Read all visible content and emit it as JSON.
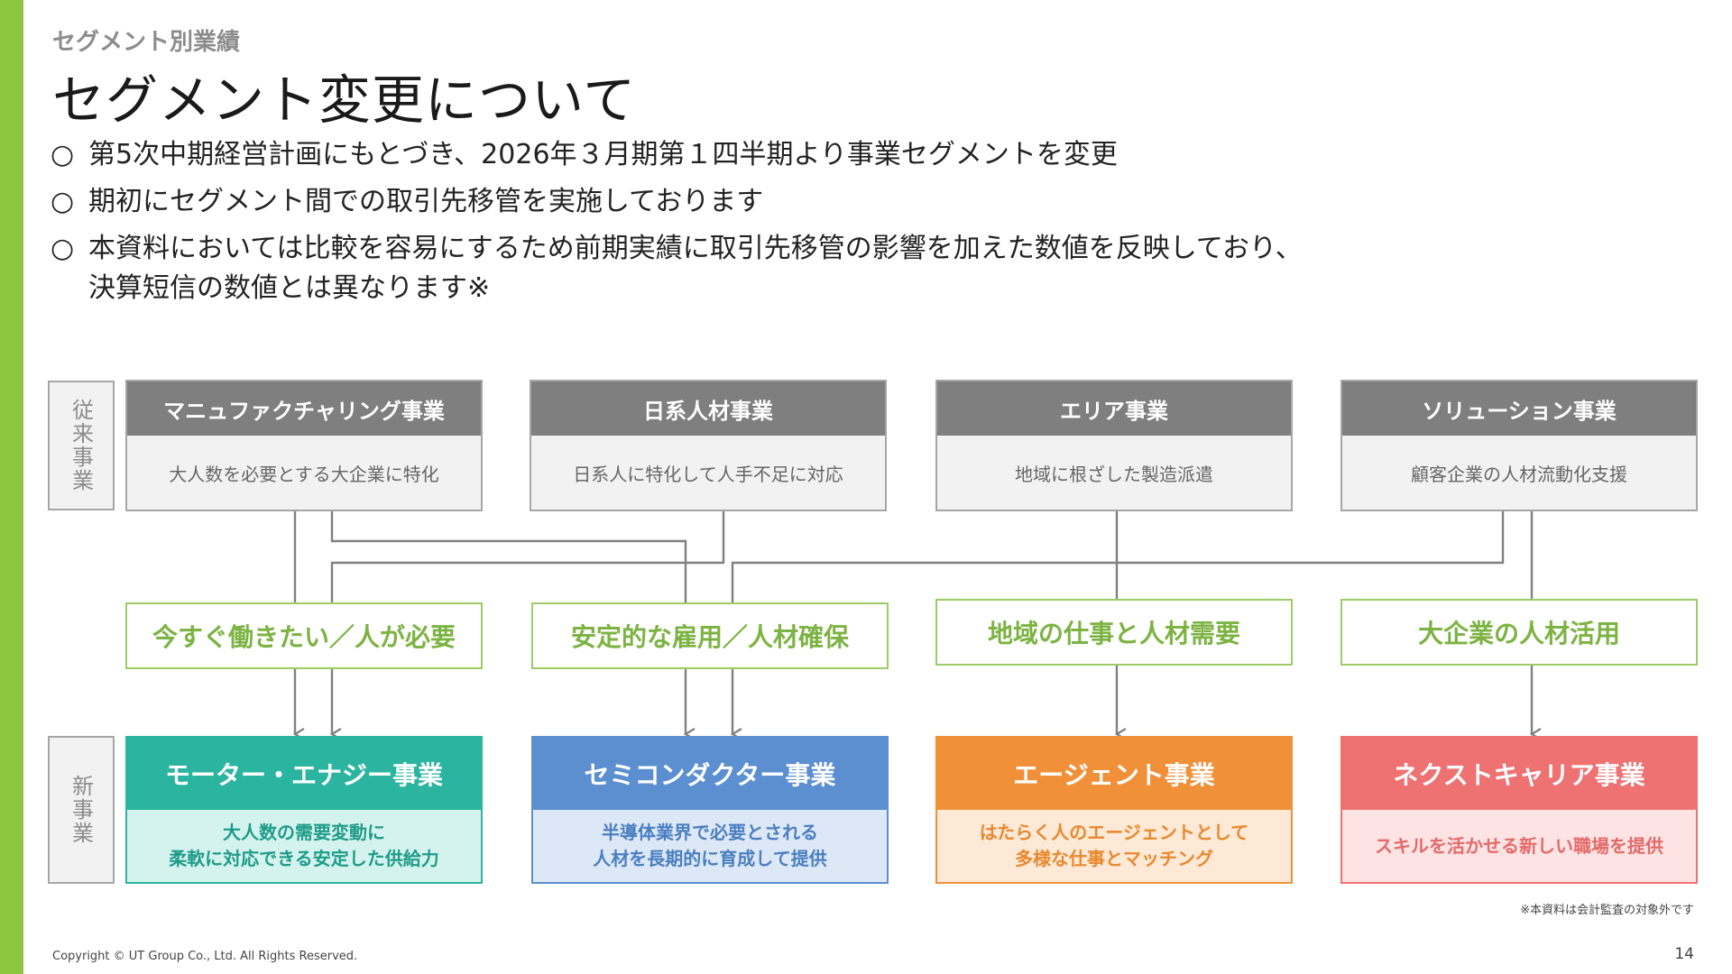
{
  "header": {
    "section_label": "セグメント別業績",
    "title": "セグメント変更について"
  },
  "bullets": [
    {
      "mark": "○",
      "line1": "第5次中期経営計画にもとづき、2026年３月期第１四半期より事業セグメントを変更",
      "line2": ""
    },
    {
      "mark": "○",
      "line1": "期初にセグメント間での取引先移管を実施しております",
      "line2": ""
    },
    {
      "mark": "○",
      "line1": "本資料においては比較を容易にするため前期実績に取引先移管の影響を加えた数値を反映しており、",
      "line2": "決算短信の数値とは異なります※"
    }
  ],
  "row_labels": {
    "old": "従来事業",
    "new": "新事業"
  },
  "old_segments": [
    {
      "name": "マニュファクチャリング事業",
      "desc": "大人数を必要とする大企業に特化"
    },
    {
      "name": "日系人材事業",
      "desc": "日系人に特化して人手不足に対応"
    },
    {
      "name": "エリア事業",
      "desc": "地域に根ざした製造派遣"
    },
    {
      "name": "ソリューション事業",
      "desc": "顧客企業の人材流動化支援"
    }
  ],
  "needs": [
    "今すぐ働きたい／人が必要",
    "安定的な雇用／人材確保",
    "地域の仕事と人材需要",
    "大企業の人材活用"
  ],
  "new_segments": [
    {
      "name": "モーター・エナジー事業",
      "desc1": "大人数の需要変動に",
      "desc2": "柔軟に対応できる安定した供給力",
      "color": "#2bb5a0",
      "body_bg": "#d4f3ef",
      "text_color": "#1f9c88"
    },
    {
      "name": "セミコンダクター事業",
      "desc1": "半導体業界で必要とされる",
      "desc2": "人材を長期的に育成して提供",
      "color": "#5b8fcf",
      "body_bg": "#dde8f6",
      "text_color": "#4a7fc1"
    },
    {
      "name": "エージェント事業",
      "desc1": "はたらく人のエージェントとして",
      "desc2": "多様な仕事とマッチング",
      "color": "#f0913a",
      "body_bg": "#fde9d6",
      "text_color": "#e8882e"
    },
    {
      "name": "ネクストキャリア事業",
      "desc1": "スキルを活かせる新しい職場を提供",
      "desc2": "",
      "color": "#ee7272",
      "body_bg": "#fde3e3",
      "text_color": "#e46a6a"
    }
  ],
  "footer": {
    "footnote": "※本資料は会計監査の対象外です",
    "copyright": "Copyright © UT Group Co., Ltd. All Rights Reserved.",
    "page_number": "14"
  }
}
